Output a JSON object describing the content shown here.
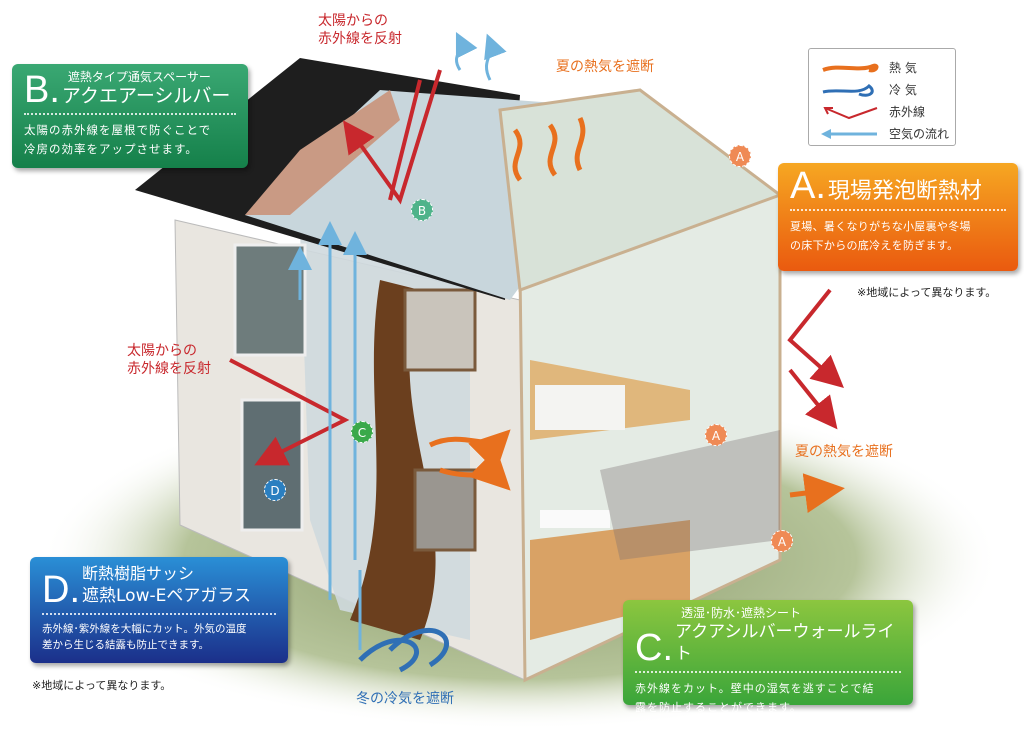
{
  "boxes": {
    "b": {
      "letter": "B.",
      "sub": "遮熱タイプ通気スペーサー",
      "main": "アクエアーシルバー",
      "desc": [
        "太陽の赤外線を屋根で防ぐことで",
        "冷房の効率をアップさせます。"
      ]
    },
    "a": {
      "letter": "A.",
      "main": "現場発泡断熱材",
      "desc": [
        "夏場、暑くなりがちな小屋裏や冬場",
        "の床下からの底冷えを防ぎます。"
      ]
    },
    "d": {
      "letter": "D.",
      "sub": "断熱樹脂サッシ",
      "main": "遮熱Low-Eペアガラス",
      "desc": [
        "赤外線･紫外線を大幅にカット。外気の温度",
        "差から生じる結露も防止できます。"
      ]
    },
    "c": {
      "letter": "C.",
      "sub": "透湿･防水･遮熱シート",
      "main": "アクアシルバーウォールライト",
      "desc": [
        "赤外線をカット。壁中の湿気を逃すことで結",
        "露を防止することができます。"
      ]
    }
  },
  "labels": {
    "reflect_top": [
      "太陽からの",
      "赤外線を反射"
    ],
    "reflect_left": [
      "太陽からの",
      "赤外線を反射"
    ],
    "summer_top": "夏の熱気を遮断",
    "summer_right": "夏の熱気を遮断",
    "winter": "冬の冷気を遮断"
  },
  "notes": {
    "right": "※地域によって異なります。",
    "left": "※地域によって異なります。"
  },
  "legend": [
    {
      "icon": "heat-arrow-icon",
      "label": "熱 気",
      "color": "#e8701e"
    },
    {
      "icon": "cold-arrow-icon",
      "label": "冷 気",
      "color": "#2f6fb5"
    },
    {
      "icon": "infrared-arrow-icon",
      "label": "赤外線",
      "color": "#c8282d"
    },
    {
      "icon": "airflow-arrow-icon",
      "label": "空気の流れ",
      "color": "#6fb3dd"
    }
  ],
  "markers": {
    "a": "A",
    "b": "B",
    "c": "C",
    "d": "D"
  }
}
